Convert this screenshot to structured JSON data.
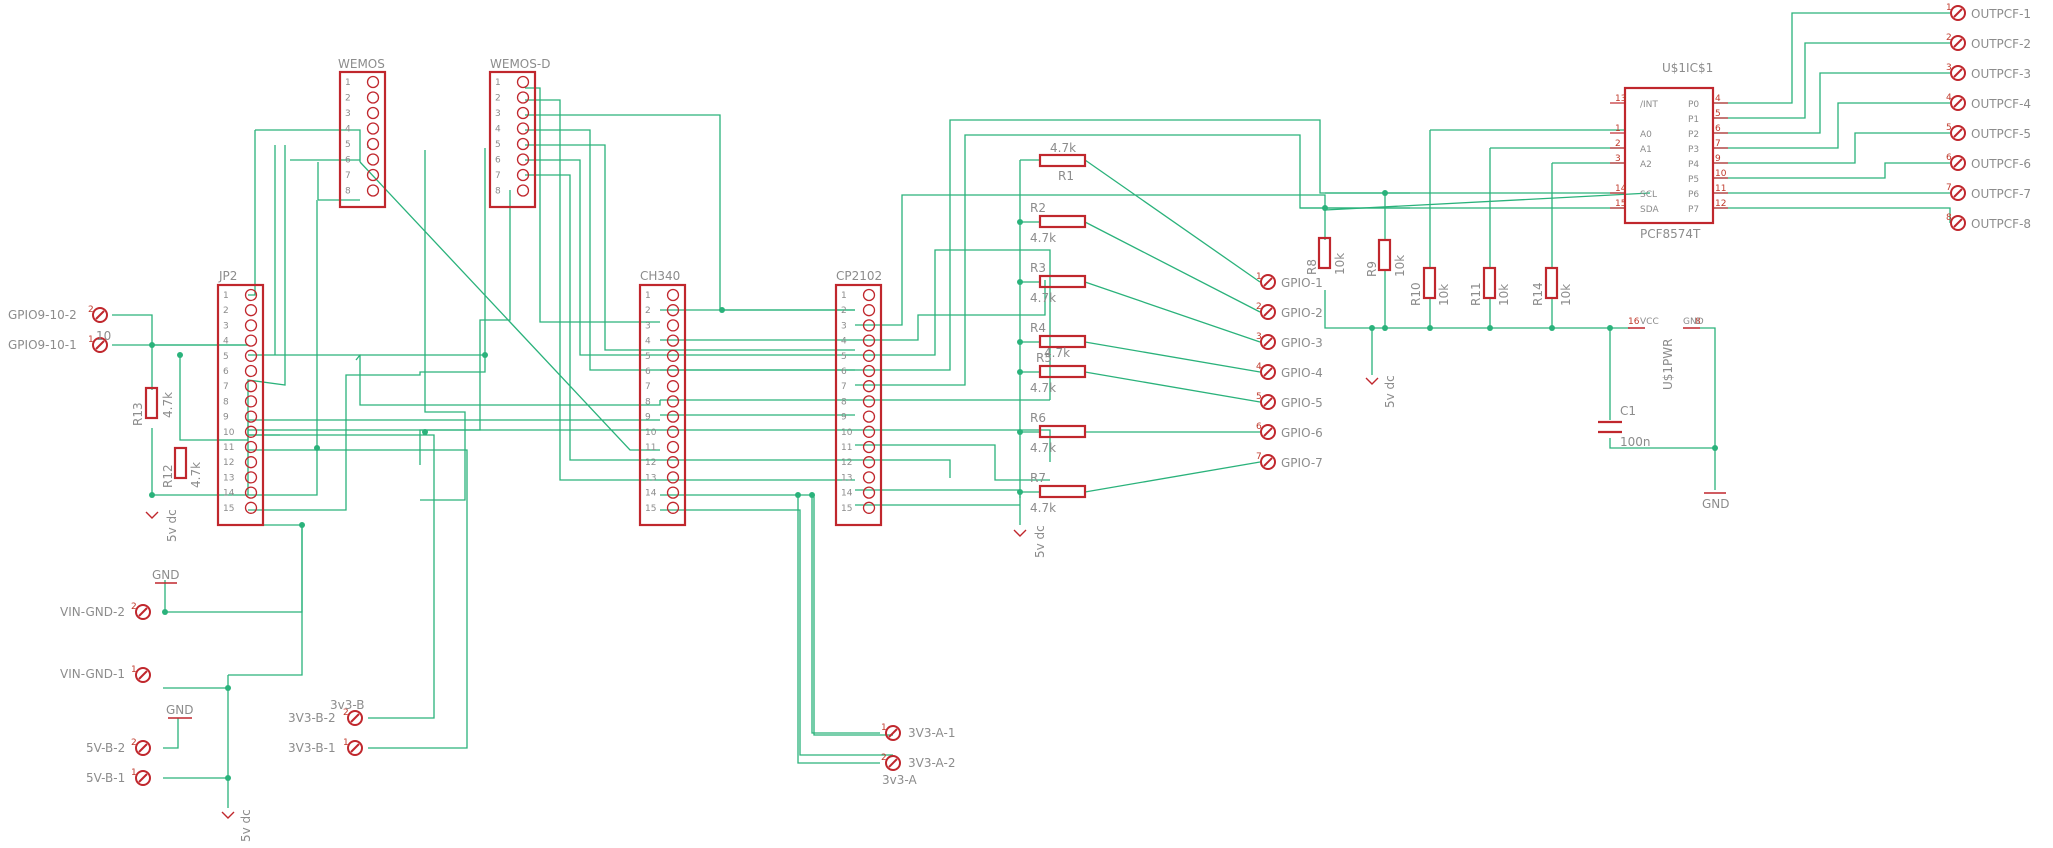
{
  "connectors": {
    "jp2": "JP2",
    "wemos": "WEMOS",
    "wemos_d": "WEMOS-D",
    "ch340": "CH340",
    "cp2102": "CP2102"
  },
  "ic": {
    "ref": "U$1IC$1",
    "part": "PCF8574T",
    "pins_left": [
      "/INT",
      "A0",
      "A1",
      "A2",
      "SCL",
      "SDA"
    ],
    "pins_left_num": [
      "13",
      "1",
      "2",
      "3",
      "14",
      "15"
    ],
    "pins_right": [
      "P0",
      "P1",
      "P2",
      "P3",
      "P4",
      "P5",
      "P6",
      "P7"
    ],
    "pins_right_num": [
      "4",
      "5",
      "6",
      "7",
      "9",
      "10",
      "11",
      "12"
    ],
    "pwr_ref": "U$1PWR",
    "vcc": "VCC",
    "gnd": "GND",
    "vcc_num": "16",
    "gnd_num": "8"
  },
  "resistors": {
    "r1": {
      "name": "R1",
      "value": "4.7k"
    },
    "r2": {
      "name": "R2",
      "value": "4.7k"
    },
    "r3": {
      "name": "R3",
      "value": "4.7k"
    },
    "r4": {
      "name": "R4",
      "value": "4.7k"
    },
    "r5": {
      "name": "R5",
      "value": "4.7k"
    },
    "r6": {
      "name": "R6",
      "value": "4.7k"
    },
    "r7": {
      "name": "R7",
      "value": "4.7k"
    },
    "r8": {
      "name": "R8",
      "value": "10k"
    },
    "r9": {
      "name": "R9",
      "value": "10k"
    },
    "r10": {
      "name": "R10",
      "value": "10k"
    },
    "r11": {
      "name": "R11",
      "value": "10k"
    },
    "r14": {
      "name": "R14",
      "value": "10k"
    },
    "r12": {
      "name": "R12",
      "value": "4.7k"
    },
    "r13": {
      "name": "R13",
      "value": "4.7k"
    }
  },
  "cap": {
    "name": "C1",
    "value": "100n"
  },
  "gpio_outputs": [
    "GPIO-1",
    "GPIO-2",
    "GPIO-3",
    "GPIO-4",
    "GPIO-5",
    "GPIO-6",
    "GPIO-7"
  ],
  "pcf_outputs": [
    "OUTPCF-1",
    "OUTPCF-2",
    "OUTPCF-3",
    "OUTPCF-4",
    "OUTPCF-5",
    "OUTPCF-6",
    "OUTPCF-7",
    "OUTPCF-8"
  ],
  "left_terms": {
    "gpio_group": "10",
    "gpio2": "GPIO9-10-2",
    "gpio1": "GPIO9-10-1",
    "vin2": "VIN-GND-2",
    "vin1": "VIN-GND-1",
    "v5b2": "5V-B-2",
    "v5b1": "5V-B-1",
    "v3b_group": "3v3-B",
    "v3b2": "3V3-B-2",
    "v3b1": "3V3-B-1",
    "v3a1": "3V3-A-1",
    "v3a2": "3V3-A-2",
    "v3a_group": "3v3-A"
  },
  "supplies": {
    "v5": "5v dc",
    "gnd": "GND"
  }
}
